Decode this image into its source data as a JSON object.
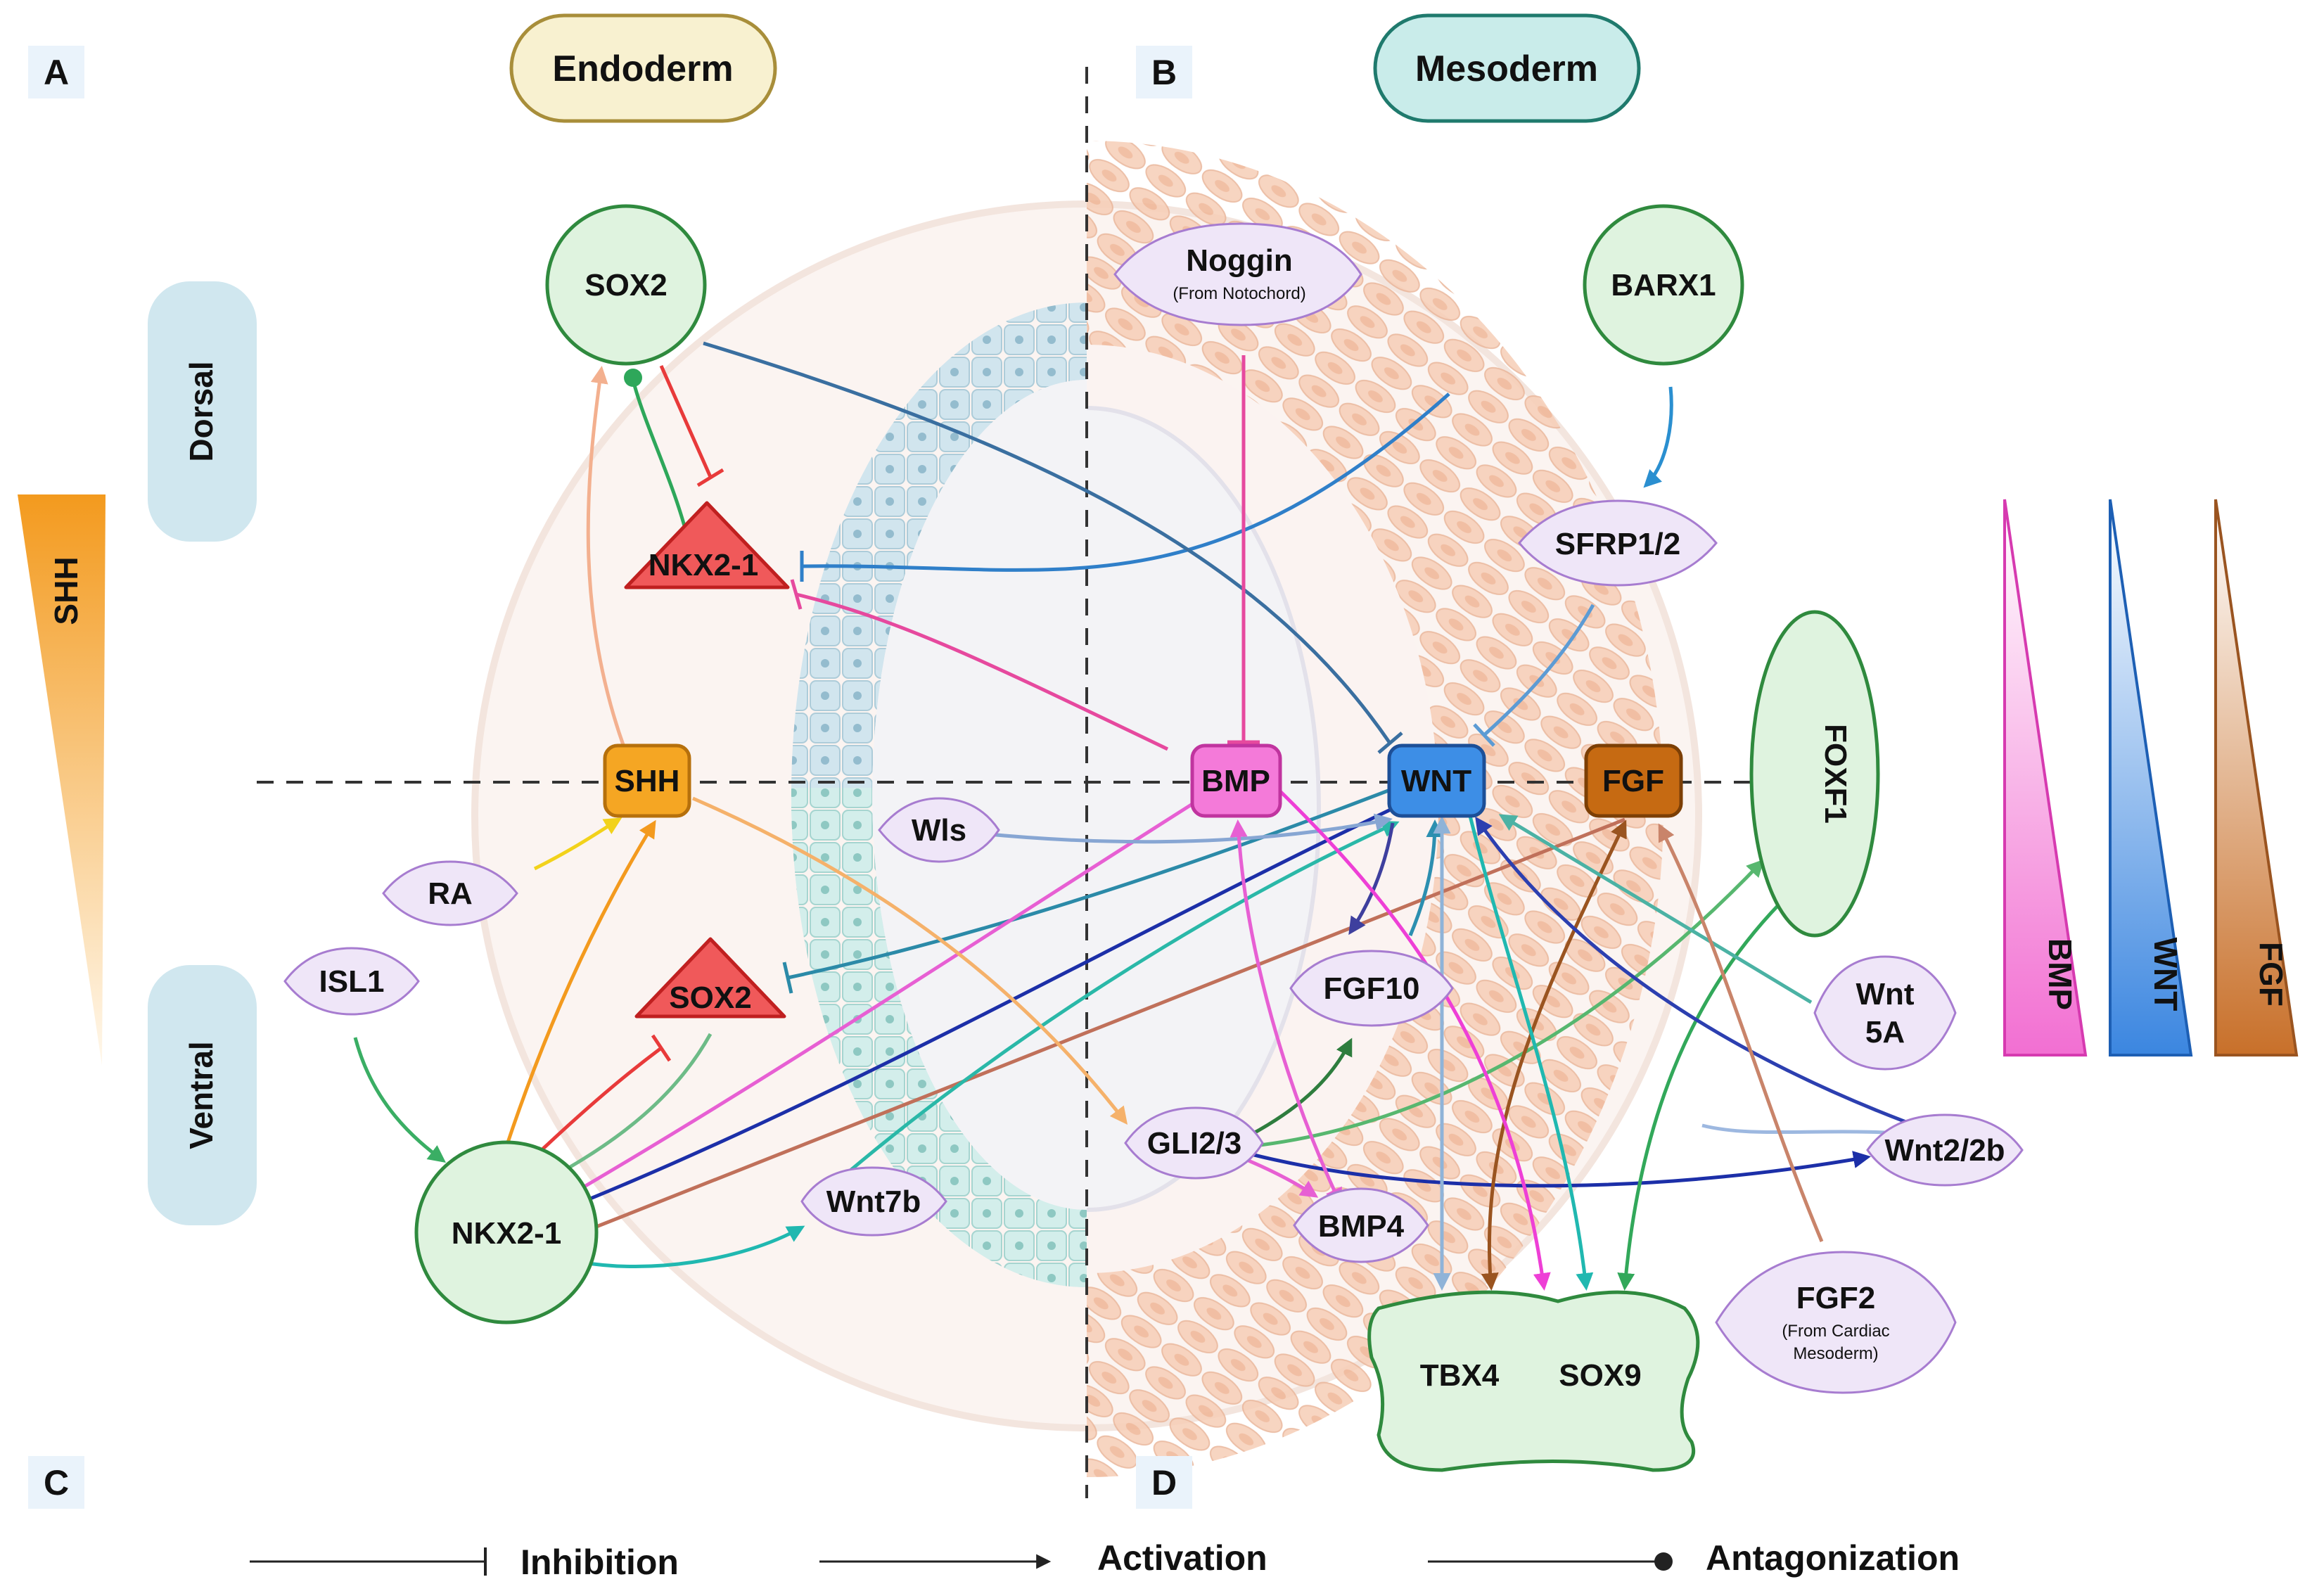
{
  "panels": [
    "A",
    "B",
    "C",
    "D"
  ],
  "germ_layers": {
    "endoderm": "Endoderm",
    "mesoderm": "Mesoderm"
  },
  "axis": {
    "dorsal": "Dorsal",
    "ventral": "Ventral"
  },
  "gradients": {
    "shh": "SHH",
    "bmp": "BMP",
    "wnt": "WNT",
    "fgf": "FGF"
  },
  "nodes": {
    "sox2_top": "SOX2",
    "nkx21_top": "NKX2-1",
    "shh": "SHH",
    "ra": "RA",
    "isl1": "ISL1",
    "sox2_bottom": "SOX2",
    "nkx21_bottom": "NKX2-1",
    "wnt7b": "Wnt7b",
    "wls": "Wls",
    "noggin": "Noggin",
    "noggin_sub": "(From Notochord)",
    "bmp": "BMP",
    "wnt": "WNT",
    "fgf": "FGF",
    "barx1": "BARX1",
    "sfrp": "SFRP1/2",
    "foxf1": "FOXF1",
    "fgf10": "FGF10",
    "gli": "GLI2/3",
    "bmp4": "BMP4",
    "wnt5a_1": "Wnt",
    "wnt5a_2": "5A",
    "wnt22b": "Wnt2/2b",
    "fgf2": "FGF2",
    "fgf2_sub1": "(From Cardiac",
    "fgf2_sub2": "Mesoderm)",
    "tbx4": "TBX4",
    "sox9": "SOX9"
  },
  "legend": {
    "inhibition": "Inhibition",
    "activation": "Activation",
    "antagonization": "Antagonization"
  },
  "colors": {
    "shh_node": "#f5a623",
    "bmp_node": "#f47ad9",
    "wnt_node": "#3d8ee6",
    "fgf_node": "#c66a12",
    "nkx_red": "#f0595a",
    "green_node": "#dff3df",
    "purple_node": "#efe6f8",
    "endoderm_box": "#f8f1d0",
    "mesoderm_box": "#c9ecea",
    "axis_box": "#d0e7ef"
  }
}
